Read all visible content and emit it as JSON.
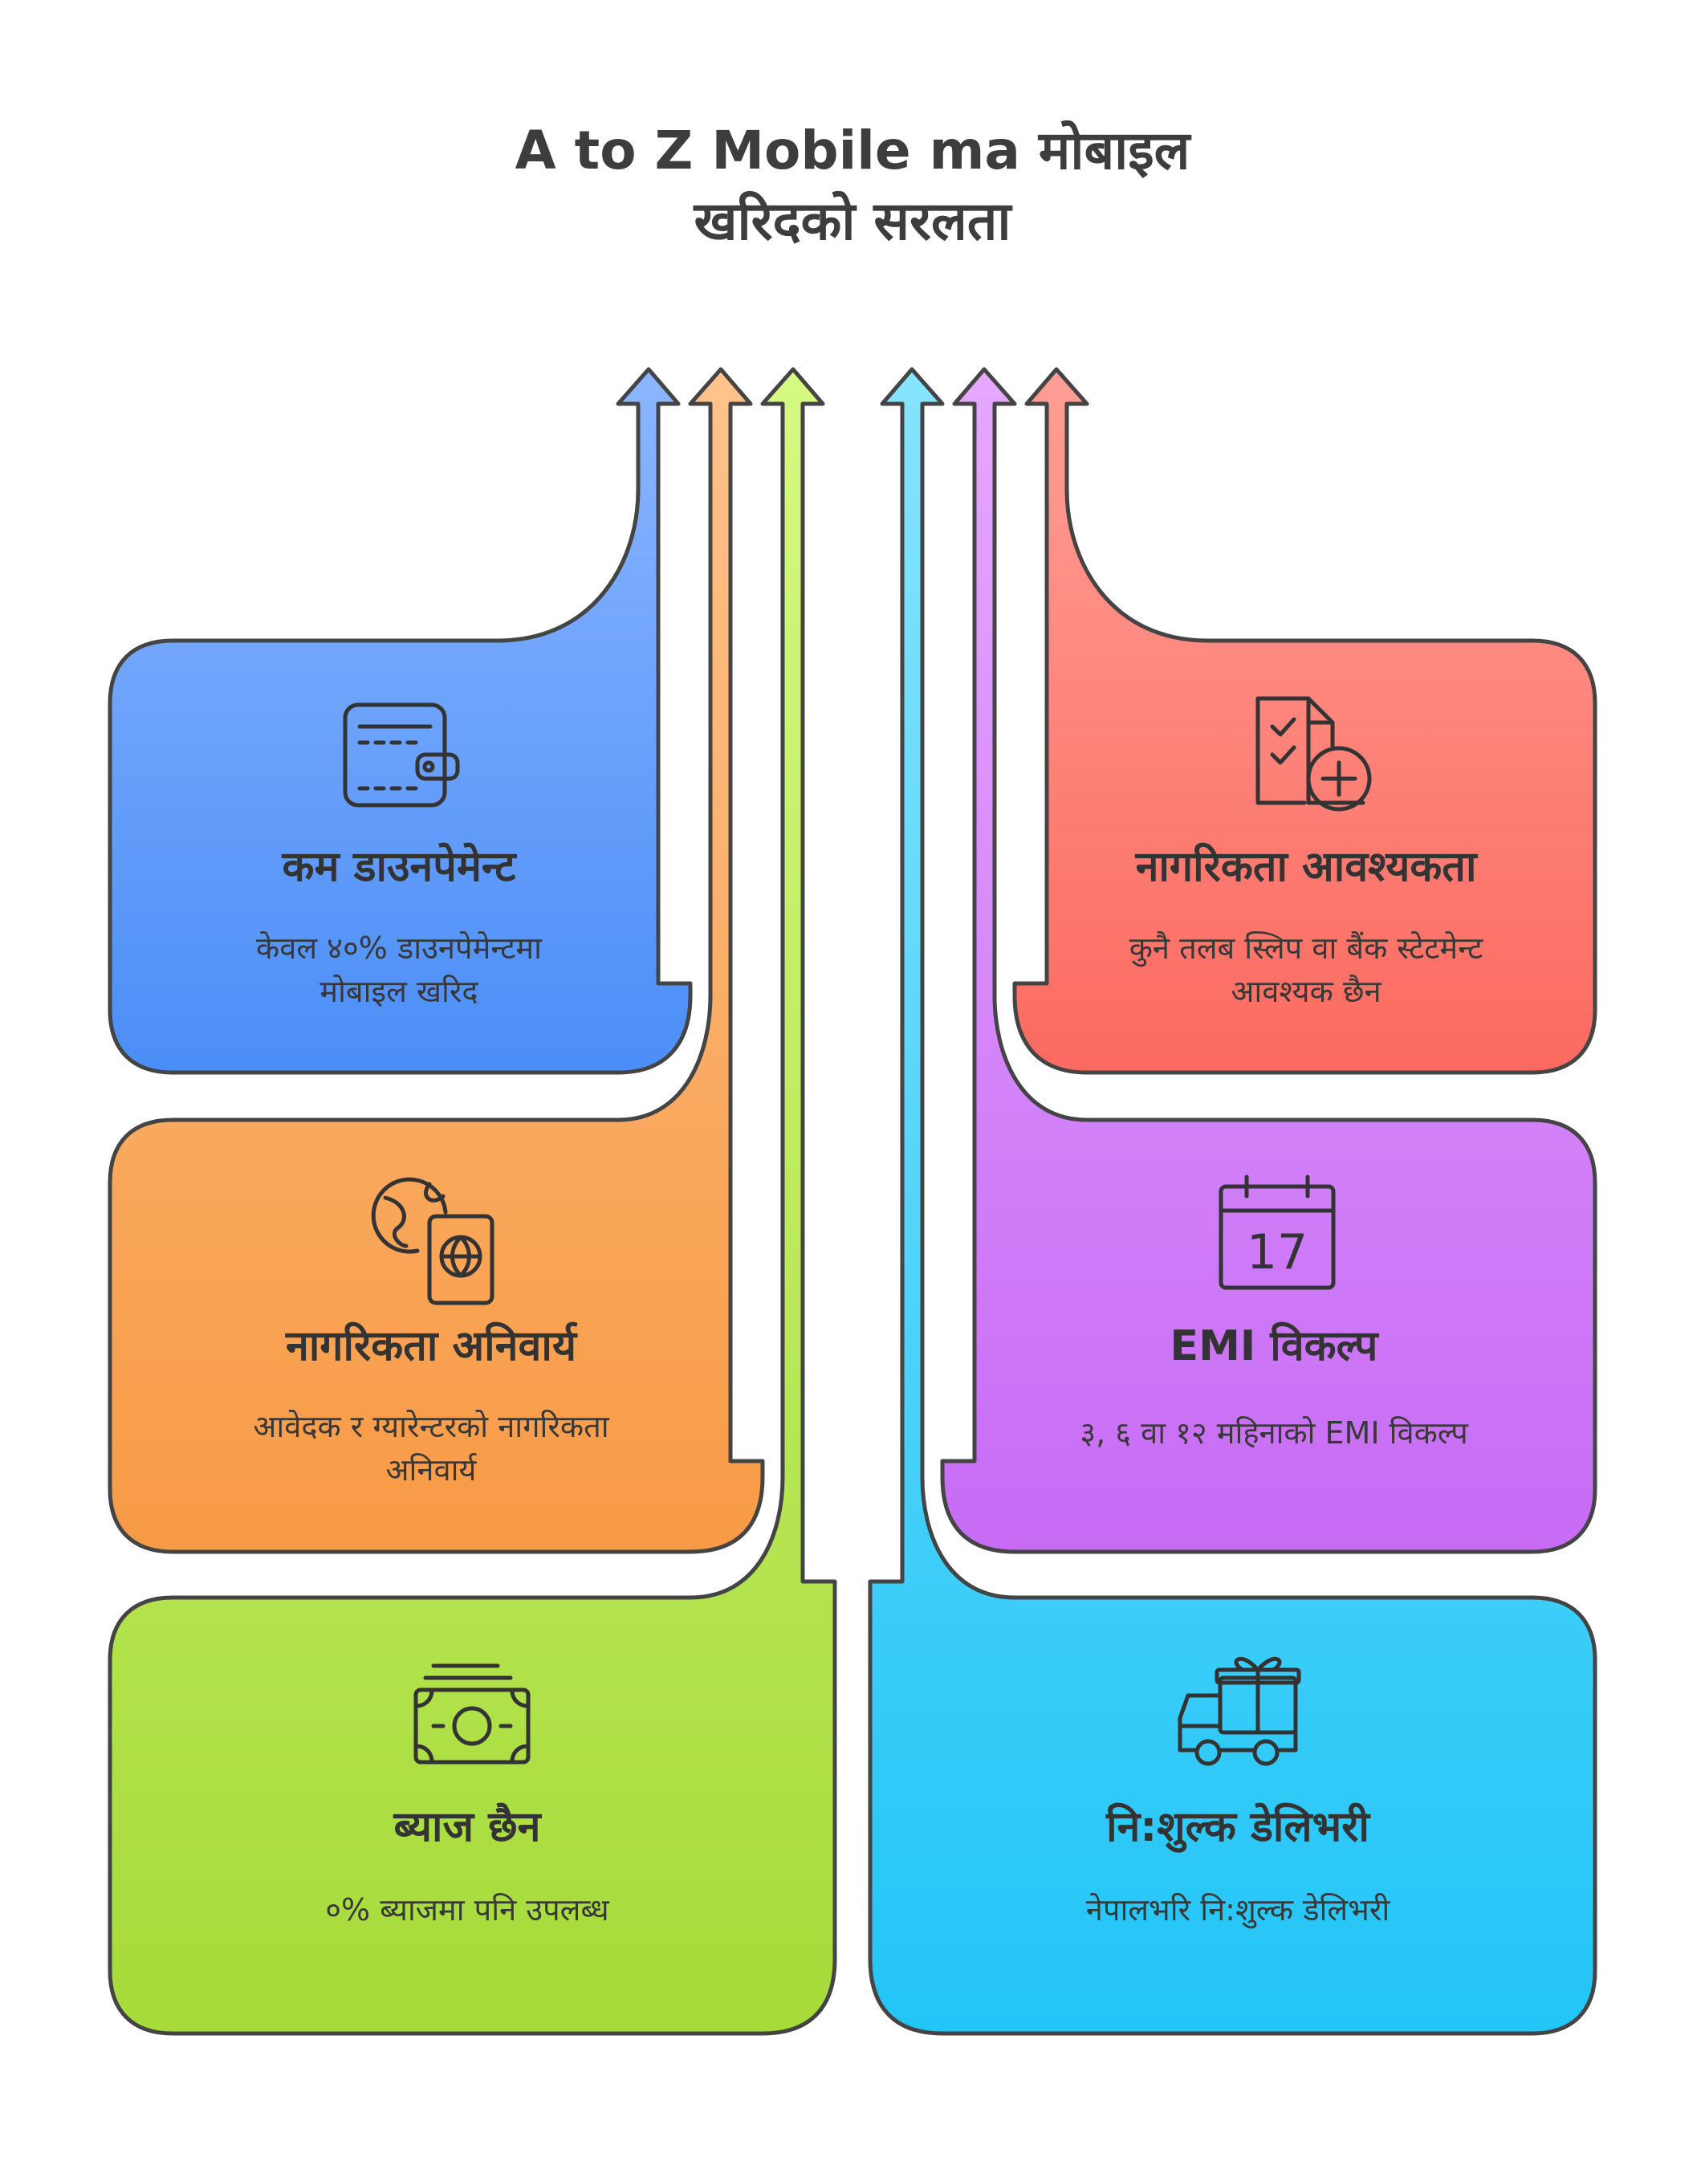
{
  "title": {
    "line1": "A to Z Mobile ma मोबाइल",
    "line2": "खरिदको सरलता"
  },
  "cards": [
    {
      "key": "down-payment",
      "icon": "wallet-icon",
      "title": "कम डाउनपेमेन्ट",
      "desc_line1": "केवल ४०% डाउनपेमेन्टमा",
      "desc_line2": "मोबाइल खरिद",
      "color_top": "#7aaaff",
      "color_bottom": "#4b8ef7"
    },
    {
      "key": "citizenship-required",
      "icon": "globe-passport-icon",
      "title": "नागरिकता अनिवार्य",
      "desc_line1": "आवेदक र ग्यारेन्टरको नागरिकता",
      "desc_line2": "अनिवार्य",
      "color_top": "#ffbf85",
      "color_bottom": "#f79a45"
    },
    {
      "key": "no-interest",
      "icon": "cash-icon",
      "title": "ब्याज छैन",
      "desc_line1": "०% ब्याजमा पनि उपलब्ध",
      "desc_line2": "",
      "color_top": "#d4f77a",
      "color_bottom": "#a6db3a"
    },
    {
      "key": "documents-needed",
      "icon": "document-checklist-icon",
      "title": "नागरिकता आवश्यकता",
      "desc_line1": "कुनै तलब स्लिप वा बैंक स्टेटमेन्ट",
      "desc_line2": "आवश्यक छैन",
      "color_top": "#ff9a90",
      "color_bottom": "#fb6a60"
    },
    {
      "key": "emi-option",
      "icon": "calendar-icon",
      "title": "EMI विकल्प",
      "desc_line1": "३, ६ वा १२ महिनाको EMI विकल्प",
      "desc_line2": "",
      "calendar_day": "17",
      "color_top": "#e6a8ff",
      "color_bottom": "#c76bf5"
    },
    {
      "key": "free-delivery",
      "icon": "gift-truck-icon",
      "title": "नि:शुल्क डेलिभरी",
      "desc_line1": "नेपालभरि नि:शुल्क डेलिभरी",
      "desc_line2": "",
      "color_top": "#82e2ff",
      "color_bottom": "#22c5f7"
    }
  ]
}
